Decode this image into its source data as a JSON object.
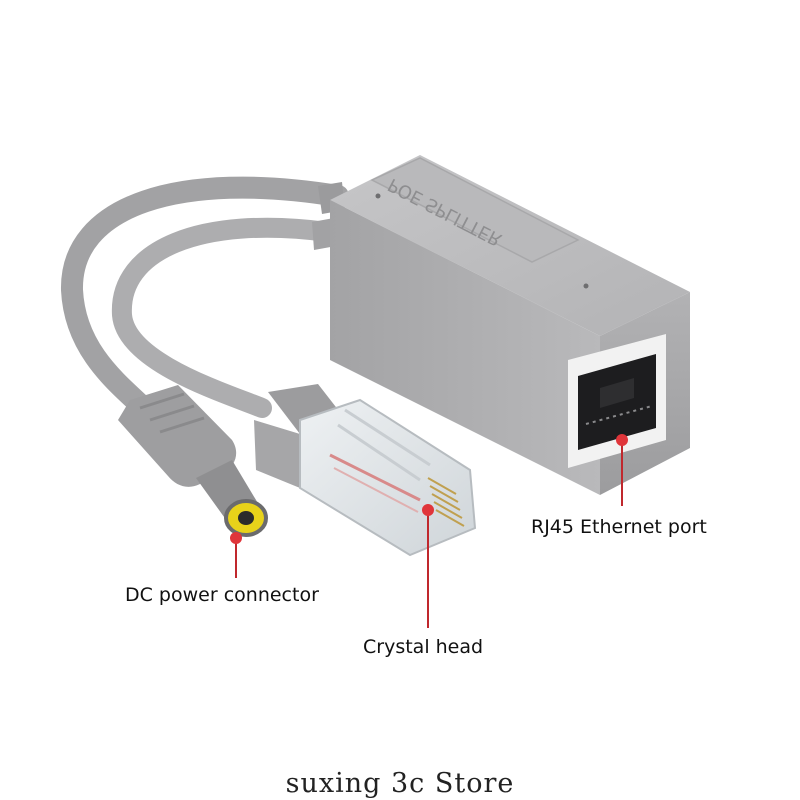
{
  "product": {
    "housing_imprint": "POE SPLITTER"
  },
  "callouts": {
    "rj45_port": "RJ45 Ethernet port",
    "dc_connector": "DC power connector",
    "crystal_head": "Crystal head"
  },
  "store": {
    "name": "suxing 3c Store"
  },
  "colors": {
    "housing": "#a9a9ab",
    "cable": "#a4a4a6",
    "pointer": "#c0282d",
    "dc_tip": "#e8d21a"
  }
}
